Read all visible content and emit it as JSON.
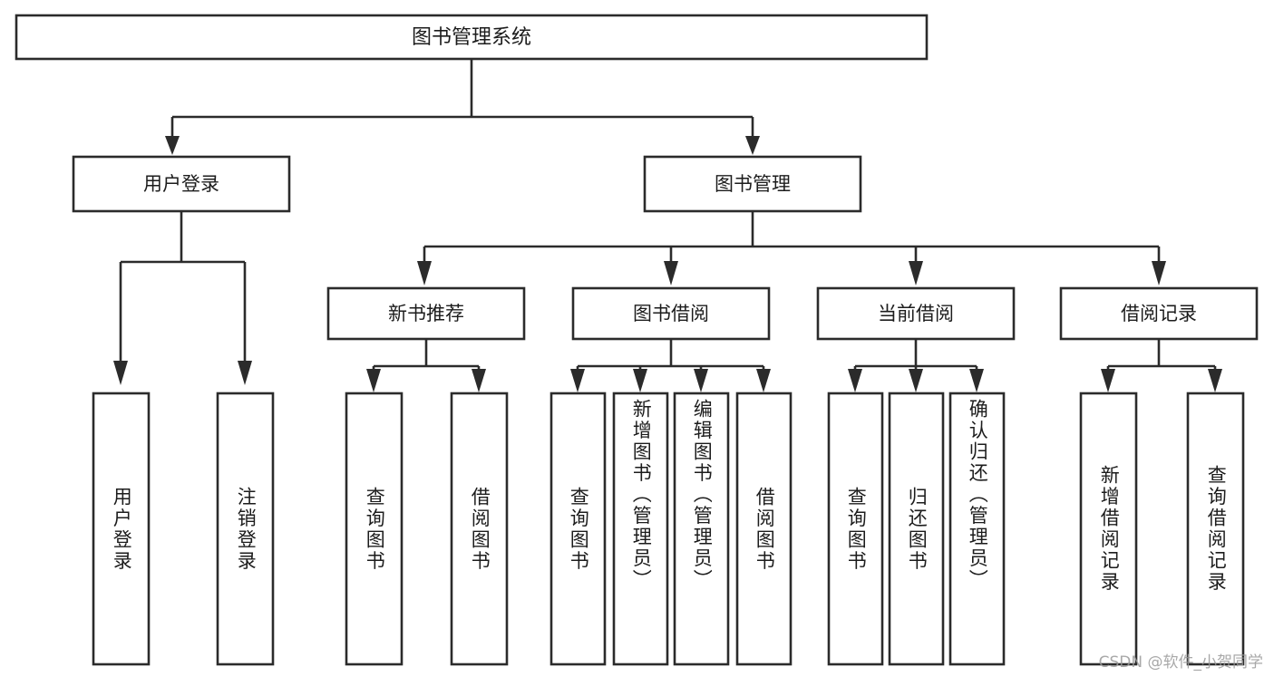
{
  "diagram": {
    "title": "图书管理系统",
    "type": "tree-hierarchy-diagram",
    "orientation": "top-down",
    "colors": {
      "box_fill": "#ffffff",
      "box_stroke": "#2b2b2b",
      "connector": "#2b2b2b",
      "text": "#1c1c1c",
      "background": "#ffffff",
      "watermark": "#9a9a9a"
    },
    "root": {
      "label": "图书管理系统"
    },
    "level2": [
      {
        "label": "用户登录"
      },
      {
        "label": "图书管理"
      }
    ],
    "level3": [
      {
        "label": "新书推荐"
      },
      {
        "label": "图书借阅"
      },
      {
        "label": "当前借阅"
      },
      {
        "label": "借阅记录"
      }
    ],
    "leaves": {
      "user_login": [
        {
          "label": "用户登录"
        },
        {
          "label": "注销登录"
        }
      ],
      "new_book_recommend": [
        {
          "label": "查询图书"
        },
        {
          "label": "借阅图书"
        }
      ],
      "book_borrow": [
        {
          "label": "查询图书"
        },
        {
          "label": "新增图书（管理员）"
        },
        {
          "label": "编辑图书（管理员）"
        },
        {
          "label": "借阅图书"
        }
      ],
      "current_borrow": [
        {
          "label": "查询图书"
        },
        {
          "label": "归还图书"
        },
        {
          "label": "确认归还（管理员）"
        }
      ],
      "borrow_record": [
        {
          "label": "新增借阅记录"
        },
        {
          "label": "查询借阅记录"
        }
      ]
    }
  },
  "watermark": {
    "text": "CSDN @软件_小贺同学"
  }
}
